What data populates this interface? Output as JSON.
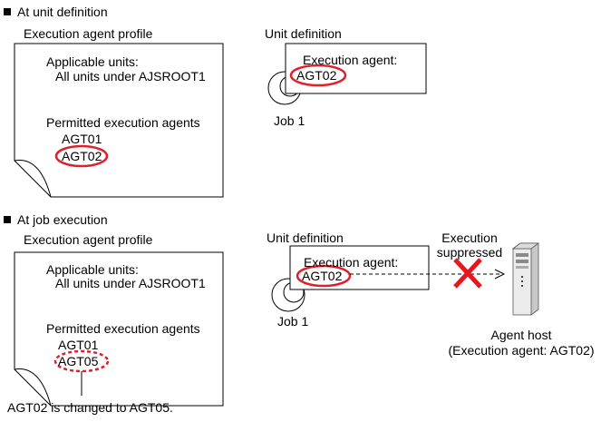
{
  "section1": {
    "heading": "At unit definition",
    "profile": {
      "title": "Execution agent profile",
      "applicable_label": "Applicable units:",
      "applicable_value": "All units under AJSROOT1",
      "permitted_label": "Permitted execution agents",
      "agents": [
        "AGT01",
        "AGT02"
      ]
    },
    "unit": {
      "title": "Unit definition",
      "agent_label": "Execution agent:",
      "agent_value": "AGT02",
      "job_label": "Job 1"
    }
  },
  "section2": {
    "heading": "At job execution",
    "profile": {
      "title": "Execution agent profile",
      "applicable_label": "Applicable units:",
      "applicable_value": "All units under AJSROOT1",
      "permitted_label": "Permitted execution agents",
      "agents": [
        "AGT01",
        "AGT05"
      ]
    },
    "unit": {
      "title": "Unit definition",
      "agent_label": "Execution agent:",
      "agent_value": "AGT02",
      "job_label": "Job 1"
    },
    "suppressed_line1": "Execution",
    "suppressed_line2": "suppressed",
    "host_line1": "Agent host",
    "host_line2": "(Execution agent: AGT02)",
    "change_note": "AGT02 is changed to AGT05."
  },
  "colors": {
    "highlight": "#e0202a",
    "cross": "#e8151c",
    "line": "#000000"
  },
  "icons": {
    "job": "job-icon",
    "host": "server-host-icon",
    "cross": "cross-icon"
  }
}
